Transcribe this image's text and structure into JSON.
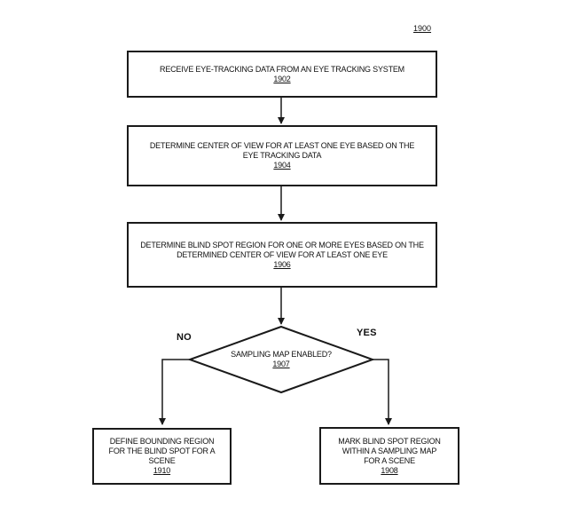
{
  "figure_ref": "1900",
  "steps": {
    "s1902": {
      "text": "RECEIVE EYE-TRACKING DATA FROM AN EYE TRACKING SYSTEM",
      "ref": "1902"
    },
    "s1904": {
      "text": "DETERMINE CENTER OF VIEW FOR AT LEAST ONE EYE BASED ON THE EYE TRACKING DATA",
      "ref": "1904"
    },
    "s1906": {
      "text": "DETERMINE BLIND SPOT REGION FOR ONE OR MORE EYES BASED ON THE DETERMINED CENTER OF VIEW FOR AT LEAST ONE EYE",
      "ref": "1906"
    },
    "s1910": {
      "text": "DEFINE BOUNDING REGION FOR THE BLIND SPOT FOR A SCENE",
      "ref": "1910"
    },
    "s1908": {
      "text": "MARK BLIND SPOT REGION WITHIN A SAMPLING MAP FOR A SCENE",
      "ref": "1908"
    }
  },
  "decision": {
    "text": "SAMPLING MAP ENABLED?",
    "ref": "1907"
  },
  "branches": {
    "no": "NO",
    "yes": "YES"
  }
}
